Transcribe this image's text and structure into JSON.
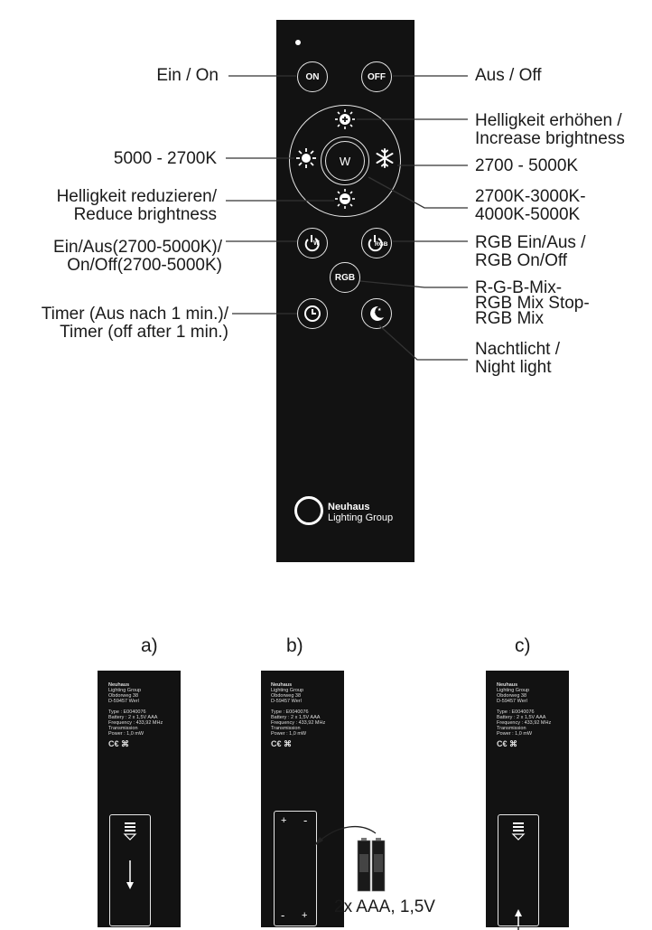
{
  "labels": {
    "ein_on": "Ein / On",
    "aus_off": "Aus / Off",
    "increase": [
      "Helligkeit erhöhen /",
      "Increase brightness"
    ],
    "cct_left": "5000 - 2700K",
    "cct_right": "2700 - 5000K",
    "reduce": [
      "Helligkeit reduzieren/",
      "Reduce brightness"
    ],
    "w_cycle": [
      "2700K-3000K-",
      "4000K-5000K"
    ],
    "power_w": [
      "Ein/Aus(2700-5000K)/",
      "On/Off(2700-5000K)"
    ],
    "rgb_power": [
      "RGB Ein/Aus /",
      "RGB On/Off"
    ],
    "rgb_mix": [
      "R-G-B-Mix-",
      "RGB Mix Stop-",
      "RGB Mix"
    ],
    "timer": [
      "Timer (Aus nach 1 min.)/",
      "Timer (off after 1 min.)"
    ],
    "nightlight": [
      "Nachtlicht /",
      "Night light"
    ]
  },
  "remote": {
    "buttons": {
      "on": "ON",
      "off": "OFF",
      "w": "W",
      "rgb": "RGB",
      "rgb_small": "RGB",
      "w_small": "W"
    },
    "icons": [
      "brightness-up-icon",
      "brightness-down-icon",
      "sun-icon",
      "snowflake-icon",
      "power-w-icon",
      "power-rgb-icon",
      "clock-icon",
      "moon-icon"
    ],
    "logo": {
      "line1": "Neuhaus",
      "line2": "Lighting Group"
    }
  },
  "back": {
    "captions": [
      "a)",
      "b)",
      "c)"
    ],
    "company": [
      "Neuhaus",
      "Lighting Group",
      "Obdorweg 38",
      "D-59457 Werl"
    ],
    "specs": [
      "Type : E0040076",
      "Battery : 2 x 1,5V  AAA",
      "Frequency : 433,92 MHz",
      "Transmission",
      "Power : 1,0 mW"
    ],
    "marks": "C€ ⌘",
    "battery_note": "2x AAA, 1,5V",
    "door_plus": "+",
    "door_minus": "-"
  }
}
